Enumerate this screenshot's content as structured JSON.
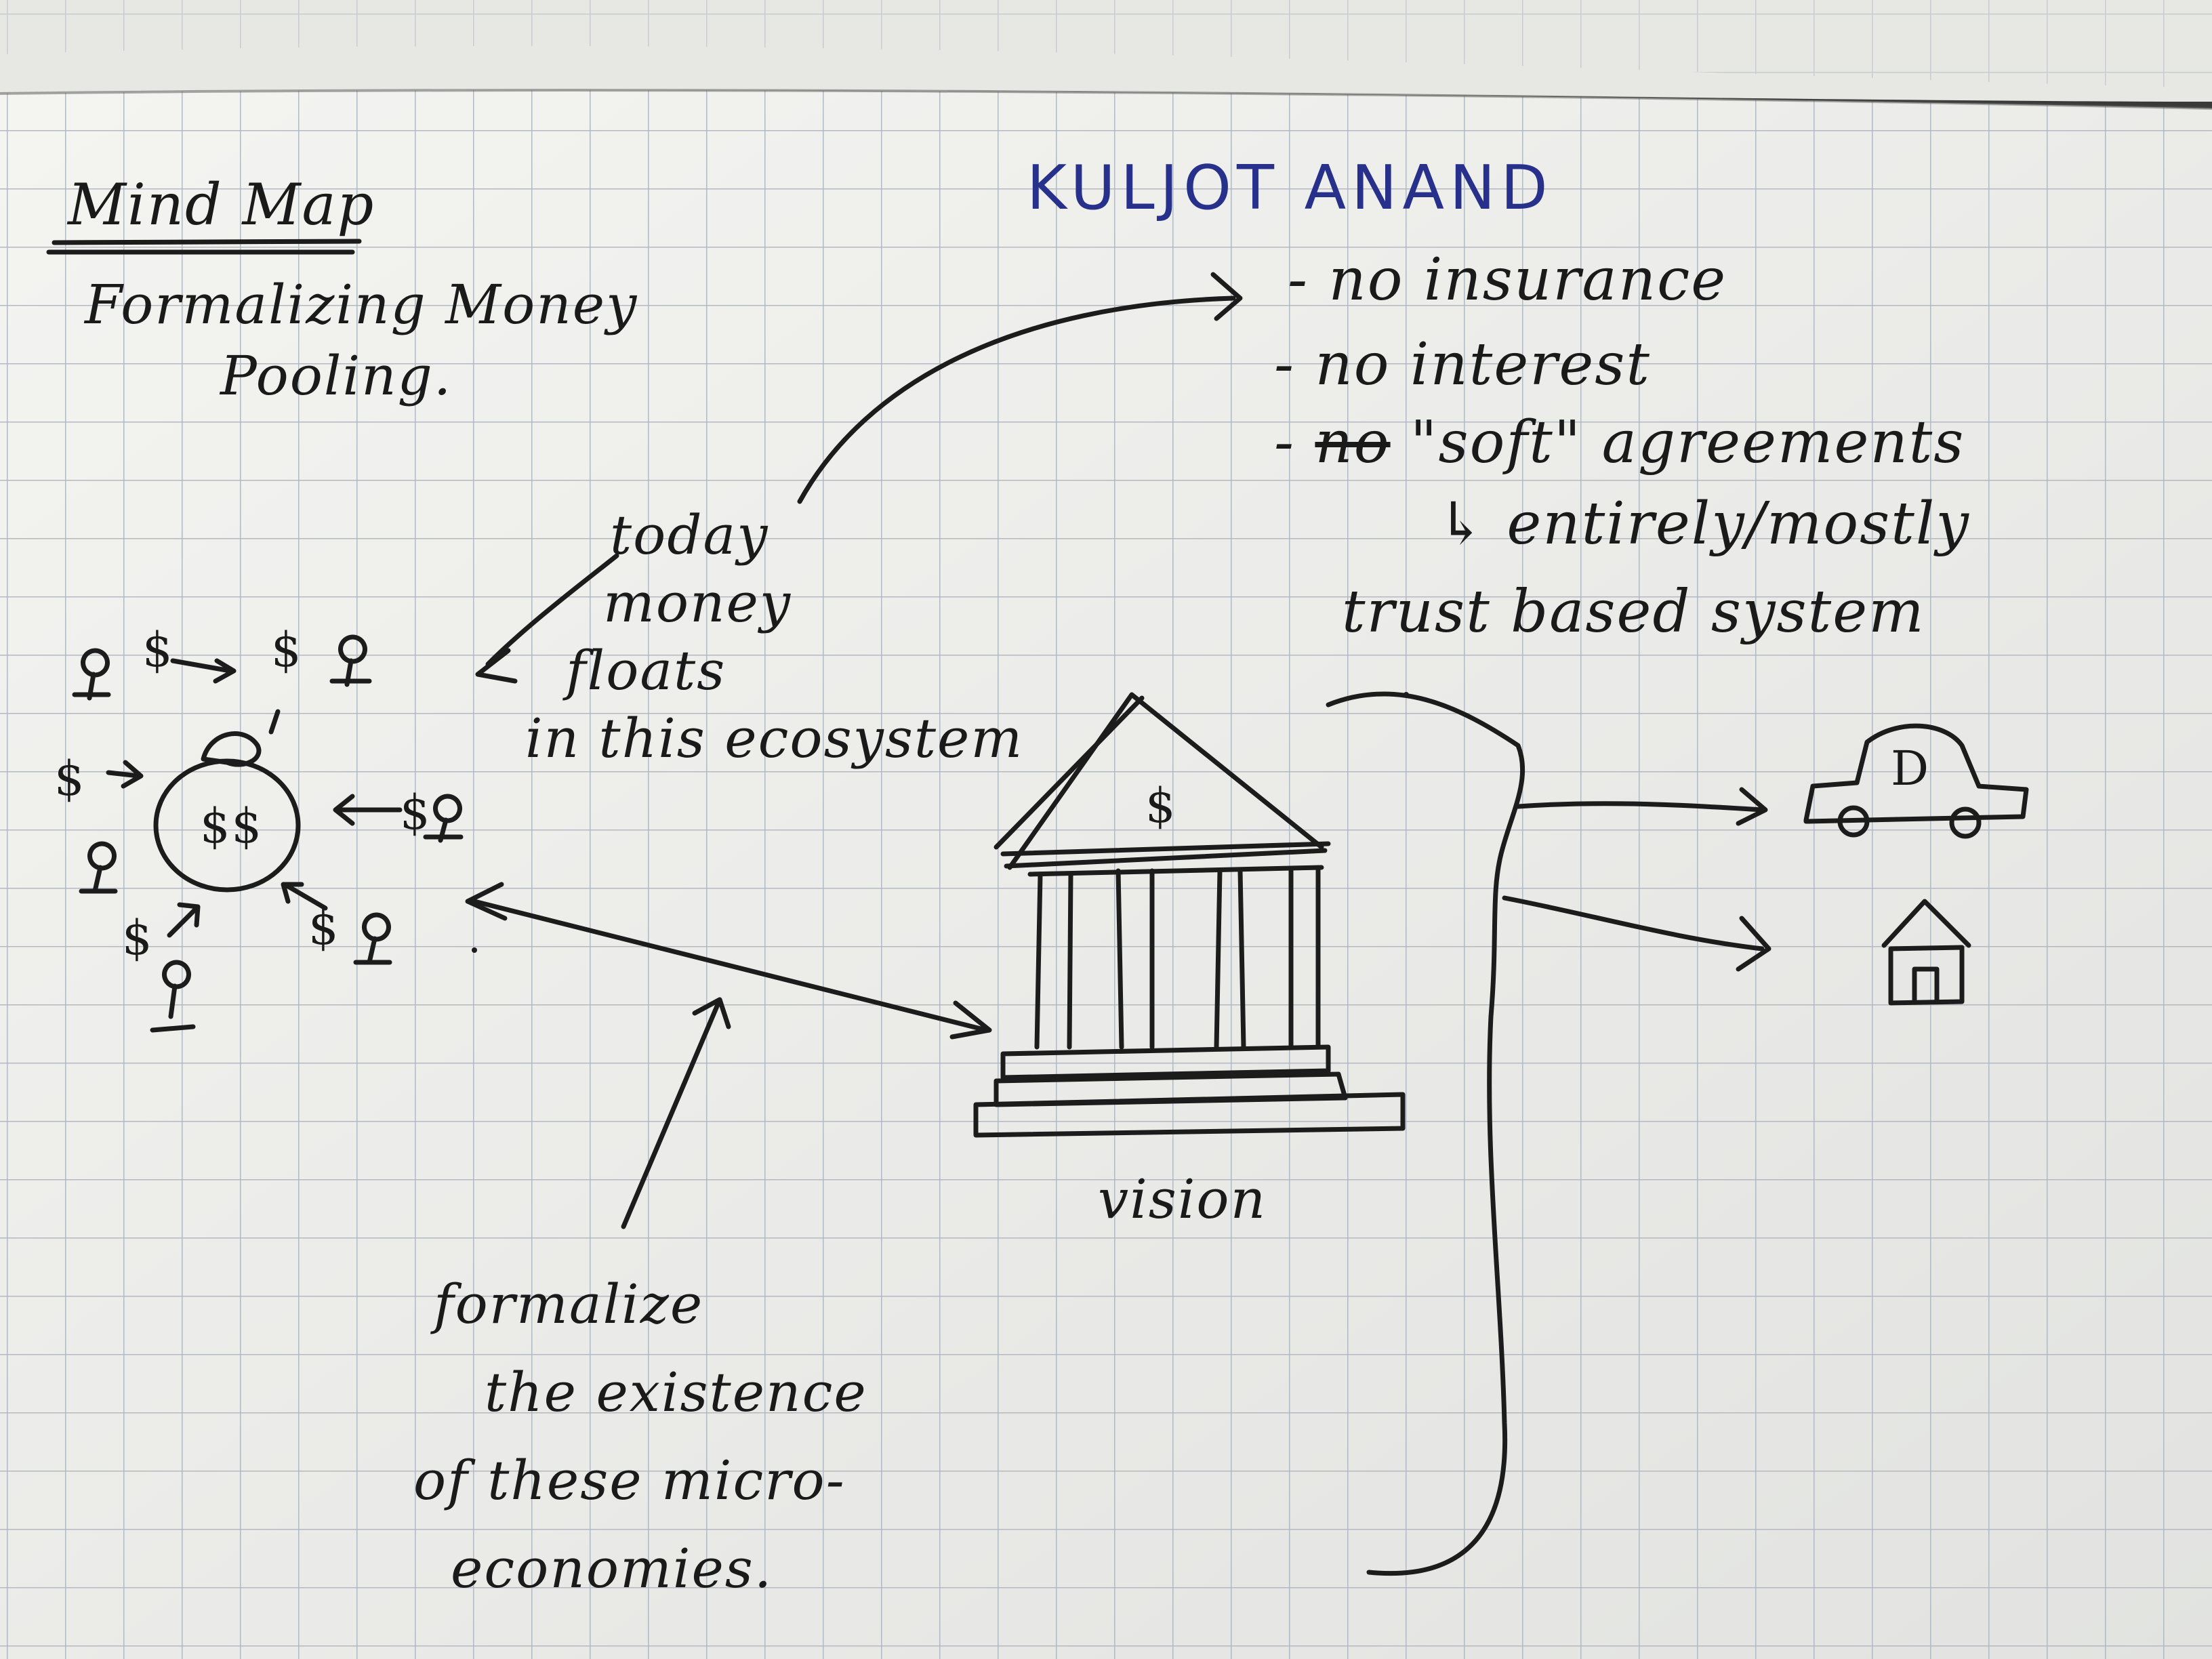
{
  "header": {
    "title": "Mind Map",
    "subtitle_line1": "Formalizing Money",
    "subtitle_line2": "Pooling.",
    "author": "KULJOT ANAND"
  },
  "bullets": {
    "item1": "- no insurance",
    "item2": "- no interest",
    "item3_dash": "-",
    "item3_struck": "no",
    "item3_rest": "\"soft\" agreements",
    "arrow_glyph": "↳",
    "sub_line1": "entirely/mostly",
    "sub_line2": "trust based system"
  },
  "today_note": {
    "line1": "today",
    "line2": "money",
    "line3": "floats",
    "line4": "in this ecosystem"
  },
  "pool": {
    "bag_label": "$$",
    "symbols": [
      "$",
      "$",
      "$",
      "$",
      "$",
      "$"
    ]
  },
  "bank": {
    "roof_symbol": "$",
    "caption": "vision"
  },
  "formalize_note": {
    "line1": "formalize",
    "line2": "the existence",
    "line3": "of these micro-",
    "line4": "economies."
  },
  "outcomes": {
    "car_letter": "D"
  },
  "colors": {
    "ink": "#1c1c1c",
    "blue_ink": "#27318c",
    "paper": "#f1f1ee",
    "grid": "#b3b9c2"
  }
}
